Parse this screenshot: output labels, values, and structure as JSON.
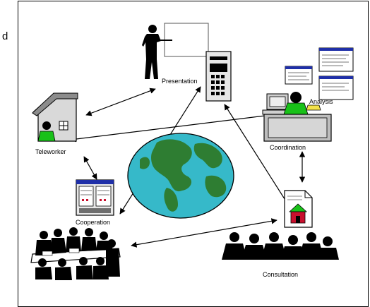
{
  "edge_fragment": "d",
  "nodes": {
    "presentation": "Presentation",
    "analysis": "Analysis",
    "teleworker": "Teleworker",
    "coordination": "Coordination",
    "cooperation": "Cooperation",
    "consultation": "Consultation"
  },
  "colors": {
    "globe_ocean": "#36b9c9",
    "globe_land": "#2e7d32",
    "person_green": "#19c119",
    "desk_gray": "#bdbdbd",
    "roof_gray": "#8c8c8c",
    "card_blue": "#1f2fa8",
    "doc_red": "#c8102e",
    "phone_yellow": "#f3e24b"
  },
  "icons": [
    "presenter-icon",
    "computer-tower-icon",
    "analysis-reports-icon",
    "worker-at-desk-icon",
    "house-icon",
    "globe-icon",
    "cooperation-board-icon",
    "meeting-group-icon",
    "document-house-icon",
    "audience-silhouettes-icon"
  ]
}
